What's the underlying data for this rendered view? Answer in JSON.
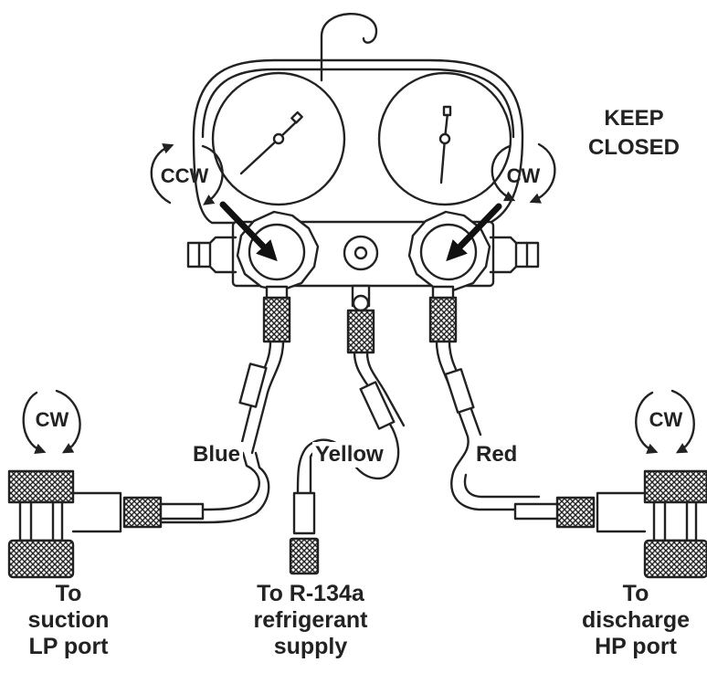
{
  "notice": {
    "line1": "KEEP",
    "line2": "CLOSED"
  },
  "knobs": {
    "left_direction": "CCW",
    "right_direction": "CW",
    "left_coupler_direction": "CW",
    "right_coupler_direction": "CW"
  },
  "hoses": {
    "left": "Blue",
    "center": "Yellow",
    "right": "Red"
  },
  "destinations": {
    "left": [
      "To",
      "suction",
      "LP port"
    ],
    "center": [
      "To R-134a",
      "refrigerant",
      "supply"
    ],
    "right": [
      "To",
      "discharge",
      "HP port"
    ]
  },
  "colors": {
    "line": "#222222",
    "background": "#ffffff"
  },
  "icons": [
    "rotation-arrow-icon",
    "pointer-arrow-icon",
    "gauge-icon",
    "knob-icon",
    "coupler-icon"
  ]
}
